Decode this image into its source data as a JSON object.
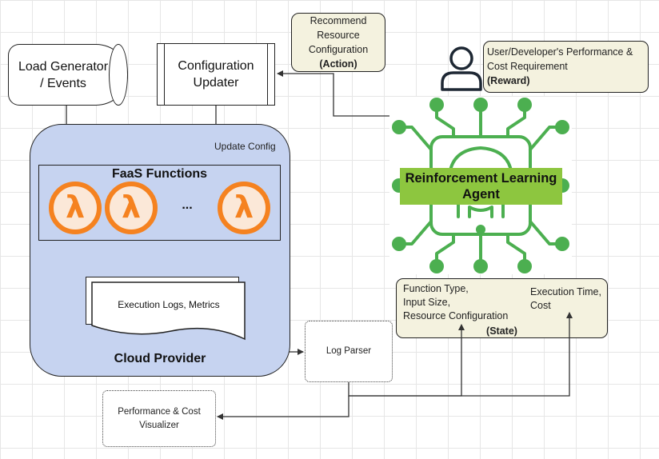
{
  "load_generator": {
    "line1": "Load Generator",
    "line2": "/ Events"
  },
  "config_updater": {
    "line1": "Configuration",
    "line2": "Updater"
  },
  "action_note": {
    "line1": "Recommend",
    "line2": "Resource",
    "line3": "Configuration",
    "line4": "(Action)"
  },
  "reward_note": {
    "line1": "User/Developer's Performance &",
    "line2": "Cost Requirement",
    "line3": "(Reward)"
  },
  "update_config_label": "Update Config",
  "cloud_provider": {
    "label": "Cloud Provider",
    "faas_title": "FaaS Functions",
    "lambda_glyph": "λ",
    "ellipsis": "..."
  },
  "exec_logs_label": "Execution Logs, Metrics",
  "log_parser_label": "Log Parser",
  "visualizer": {
    "line1": "Performance & Cost",
    "line2": "Visualizer"
  },
  "agent": {
    "line1": "Reinforcement Learning",
    "line2": "Agent"
  },
  "state_note": {
    "left_line1": "Function Type,",
    "left_line2": "Input Size,",
    "left_line3": "Resource Configuration",
    "right_line1": "Execution Time,",
    "right_line2": "Cost",
    "tag": "(State)"
  },
  "colors": {
    "cloud_fill": "#c6d3f0",
    "note_fill": "#f4f2df",
    "lambda_orange": "#f58220",
    "agent_green": "#4caf50",
    "agent_label_green": "#8dc63f"
  }
}
